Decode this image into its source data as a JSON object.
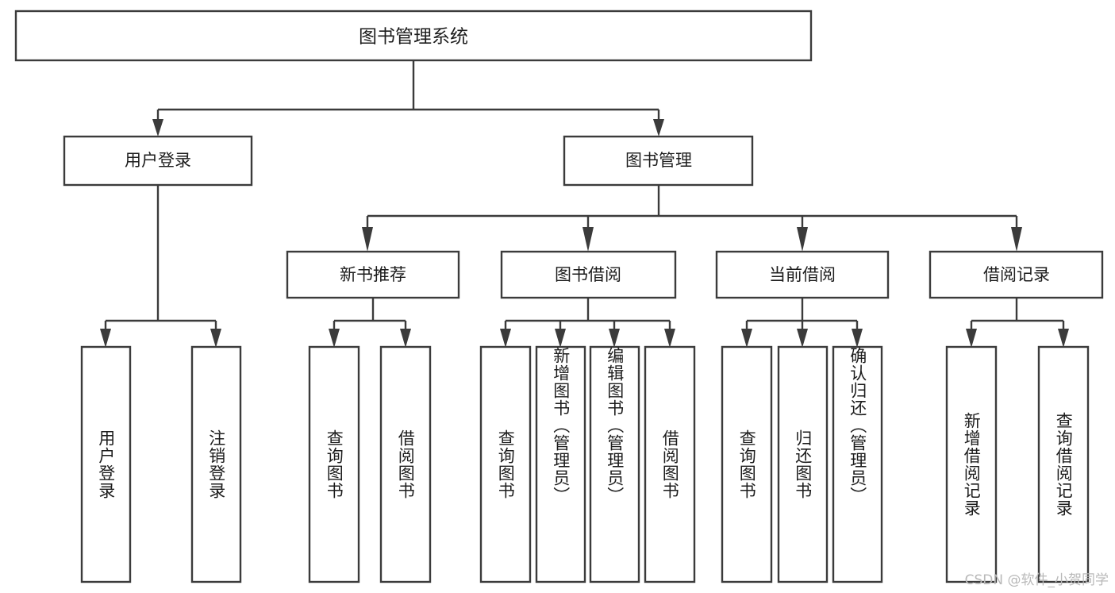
{
  "diagram": {
    "type": "tree-hierarchy-flowchart",
    "title": "图书管理系统",
    "watermark": "CSDN @软件_小贺同学",
    "colors": {
      "stroke": "#3b3b3b",
      "box_fill": "#ffffff",
      "text": "#1c1c1c",
      "background": "#ffffff",
      "watermark": "#b9b9b9"
    },
    "levels": {
      "root": {
        "label": "图书管理系统"
      },
      "level2": [
        {
          "label": "用户登录"
        },
        {
          "label": "图书管理"
        }
      ],
      "level3": [
        {
          "label": "新书推荐"
        },
        {
          "label": "图书借阅"
        },
        {
          "label": "当前借阅"
        },
        {
          "label": "借阅记录"
        }
      ],
      "leaves": [
        {
          "label": "用户登录",
          "parent": "用户登录"
        },
        {
          "label": "注销登录",
          "parent": "用户登录"
        },
        {
          "label": "查询图书",
          "parent": "新书推荐"
        },
        {
          "label": "借阅图书",
          "parent": "新书推荐"
        },
        {
          "label": "查询图书",
          "parent": "图书借阅"
        },
        {
          "label": "新增图书（管理员）",
          "parent": "图书借阅"
        },
        {
          "label": "编辑图书（管理员）",
          "parent": "图书借阅"
        },
        {
          "label": "借阅图书",
          "parent": "图书借阅"
        },
        {
          "label": "查询图书",
          "parent": "当前借阅"
        },
        {
          "label": "归还图书",
          "parent": "当前借阅"
        },
        {
          "label": "确认归还（管理员）",
          "parent": "当前借阅"
        },
        {
          "label": "新增借阅记录",
          "parent": "借阅记录"
        },
        {
          "label": "查询借阅记录",
          "parent": "借阅记录"
        }
      ]
    }
  }
}
